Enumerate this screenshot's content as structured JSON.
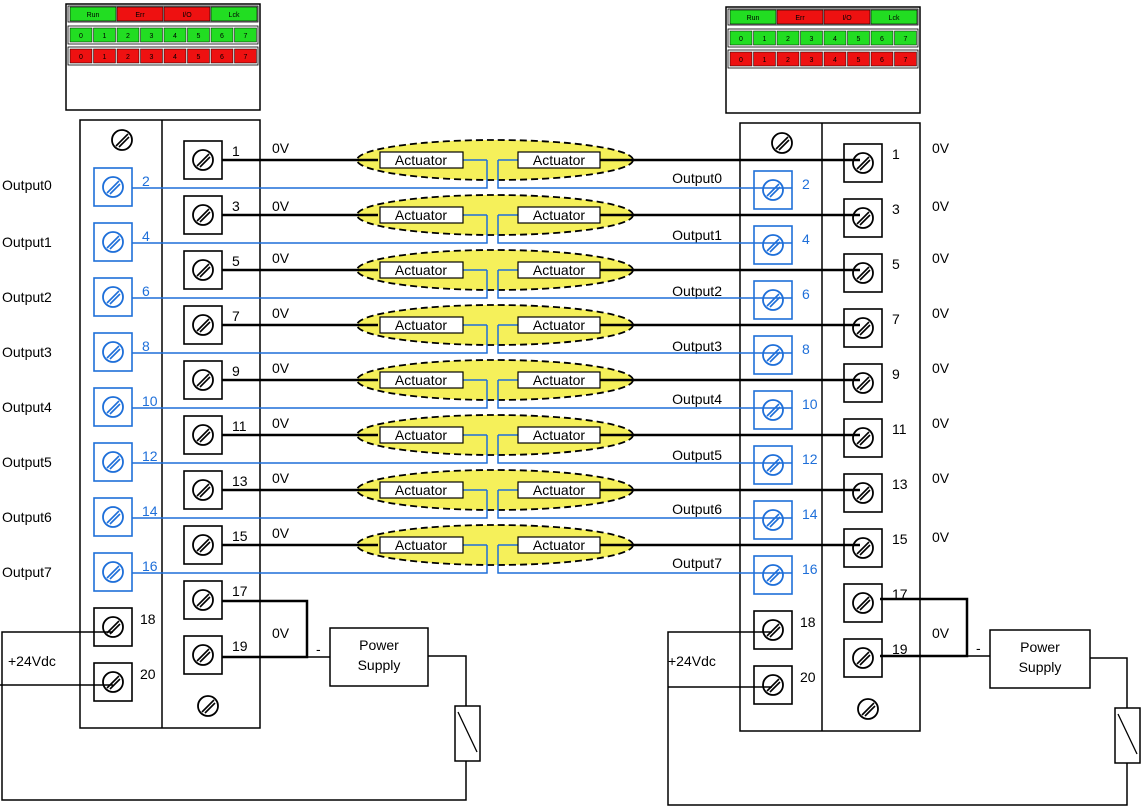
{
  "colors": {
    "blue": "#1e6fd9",
    "led_green": "#22dd22",
    "led_red": "#ee1111",
    "ellipse_fill": "#f5f05a",
    "line": "#000000"
  },
  "modules": [
    {
      "status_leds": [
        {
          "label": "Run",
          "color": "#22dd22"
        },
        {
          "label": "Err",
          "color": "#ee1111"
        },
        {
          "label": "I/O",
          "color": "#ee1111"
        },
        {
          "label": "Lck",
          "color": "#22dd22"
        }
      ],
      "green_row": [
        "0",
        "1",
        "2",
        "3",
        "4",
        "5",
        "6",
        "7"
      ],
      "red_row": [
        "0",
        "1",
        "2",
        "3",
        "4",
        "5",
        "6",
        "7"
      ],
      "blue_terminal_numbers": [
        "2",
        "4",
        "6",
        "8",
        "10",
        "12",
        "14",
        "16"
      ],
      "black_left_terminal_numbers": [
        "18",
        "20"
      ],
      "right_terminal_numbers": [
        "1",
        "3",
        "5",
        "7",
        "9",
        "11",
        "13",
        "15",
        "17",
        "19"
      ],
      "output_labels": [
        "Output0",
        "Output1",
        "Output2",
        "Output3",
        "Output4",
        "Output5",
        "Output6",
        "Output7"
      ],
      "zero_v_labels": [
        "0V",
        "0V",
        "0V",
        "0V",
        "0V",
        "0V",
        "0V",
        "0V",
        "0V"
      ],
      "supply_label": "+24Vdc",
      "power_supply": [
        "Power",
        "Supply"
      ],
      "minus_sign": "-"
    },
    {
      "status_leds": [
        {
          "label": "Run",
          "color": "#22dd22"
        },
        {
          "label": "Err",
          "color": "#ee1111"
        },
        {
          "label": "I/O",
          "color": "#ee1111"
        },
        {
          "label": "Lck",
          "color": "#22dd22"
        }
      ],
      "green_row": [
        "0",
        "1",
        "2",
        "3",
        "4",
        "5",
        "6",
        "7"
      ],
      "red_row": [
        "0",
        "1",
        "2",
        "3",
        "4",
        "5",
        "6",
        "7"
      ],
      "blue_terminal_numbers": [
        "2",
        "4",
        "6",
        "8",
        "10",
        "12",
        "14",
        "16"
      ],
      "black_left_terminal_numbers": [
        "18",
        "20"
      ],
      "right_terminal_numbers": [
        "1",
        "3",
        "5",
        "7",
        "9",
        "11",
        "13",
        "15",
        "17",
        "19"
      ],
      "output_labels": [
        "Output0",
        "Output1",
        "Output2",
        "Output3",
        "Output4",
        "Output5",
        "Output6",
        "Output7"
      ],
      "zero_v_labels": [
        "0V",
        "0V",
        "0V",
        "0V",
        "0V",
        "0V",
        "0V",
        "0V",
        "0V"
      ],
      "supply_label": "+24Vdc",
      "power_supply": [
        "Power",
        "Supply"
      ],
      "minus_sign": "-"
    }
  ],
  "actuator_label": "Actuator",
  "actuator_rows": 8
}
